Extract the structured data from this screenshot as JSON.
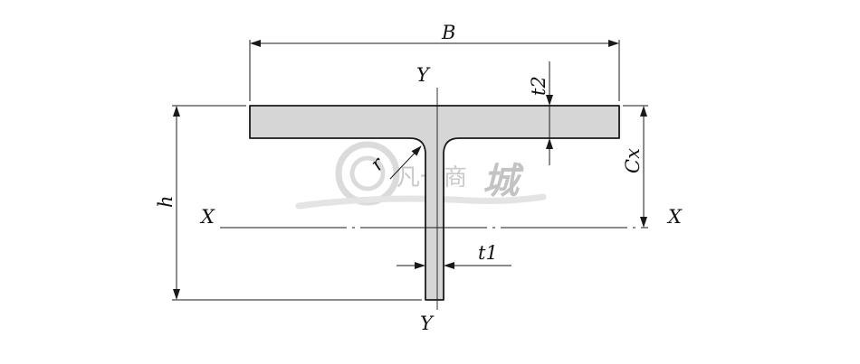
{
  "labels": {
    "flange_width": "B",
    "flange_thickness": "t2",
    "web_thickness": "t1",
    "height": "h",
    "centroid_distance": "Cx",
    "fillet_radius": "r",
    "axis_x_left": "X",
    "axis_x_right": "X",
    "axis_y_top": "Y",
    "axis_y_bottom": "Y"
  },
  "watermark": {
    "text": "凡一商",
    "emphasis": "城"
  },
  "colors": {
    "section_fill": "#d6d6d6",
    "outline": "#1a1a1a",
    "watermark": "#b8b8b8"
  }
}
